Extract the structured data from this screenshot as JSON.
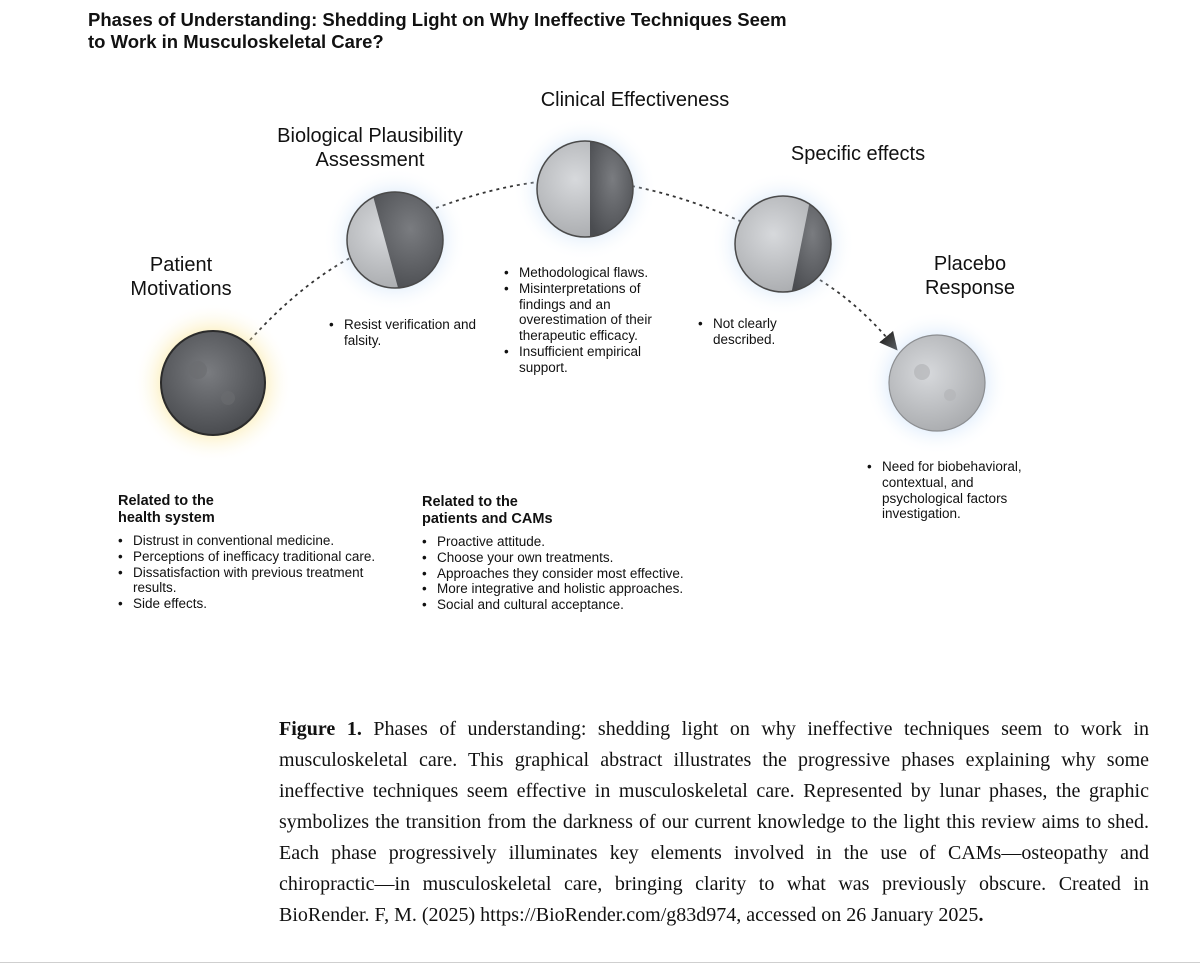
{
  "title": "Phases of Understanding: Shedding Light on Why Ineffective Techniques Seem to Work in Musculoskeletal Care?",
  "phases": [
    {
      "label": "Patient Motivations",
      "bullets": []
    },
    {
      "label": "Biological Plausibility Assessment",
      "bullets": [
        "Resist verification and falsity."
      ]
    },
    {
      "label": "Clinical Effectiveness",
      "bullets": [
        "Methodological flaws.",
        "Misinterpretations of findings and an overestimation of their therapeutic efficacy.",
        "Insufficient empirical support."
      ]
    },
    {
      "label": "Specific effects",
      "bullets": [
        "Not clearly described."
      ]
    },
    {
      "label": "Placebo Response",
      "bullets": [
        "Need for biobehavioral, contextual, and psychological factors investigation."
      ]
    }
  ],
  "related_health": {
    "title": "Related to the health system",
    "bullets": [
      "Distrust in conventional medicine.",
      "Perceptions of inefficacy traditional care.",
      "Dissatisfaction with previous treatment results.",
      "Side effects."
    ]
  },
  "related_patients": {
    "title": "Related to the patients and CAMs",
    "bullets": [
      "Proactive attitude.",
      "Choose your own treatments.",
      "Approaches they consider most effective.",
      "More integrative and holistic approaches.",
      "Social and cultural acceptance."
    ]
  },
  "caption": {
    "label": "Figure 1.",
    "text": " Phases of understanding: shedding light on why ineffective techniques seem to work in musculoskeletal care. This graphical abstract illustrates the progressive phases explaining why some ineffective techniques seem effective in musculoskeletal care. Represented by lunar phases, the graphic symbolizes the transition from the darkness of our current knowledge to the light this review aims to shed. Each phase progressively illuminates key elements involved in the use of CAMs—osteopathy and chiropractic—in musculoskeletal care, bringing clarity to what was previously obscure. Created in BioRender. F, M. (2025) https://BioRender.com/g83d974, accessed on 26 January 2025",
    "end": "."
  },
  "colors": {
    "glow_yellow": "#f6d34f",
    "glow_blue": "#9cc7f5",
    "moon_light": "#c4c6c9",
    "moon_dark": "#5b5d61"
  }
}
